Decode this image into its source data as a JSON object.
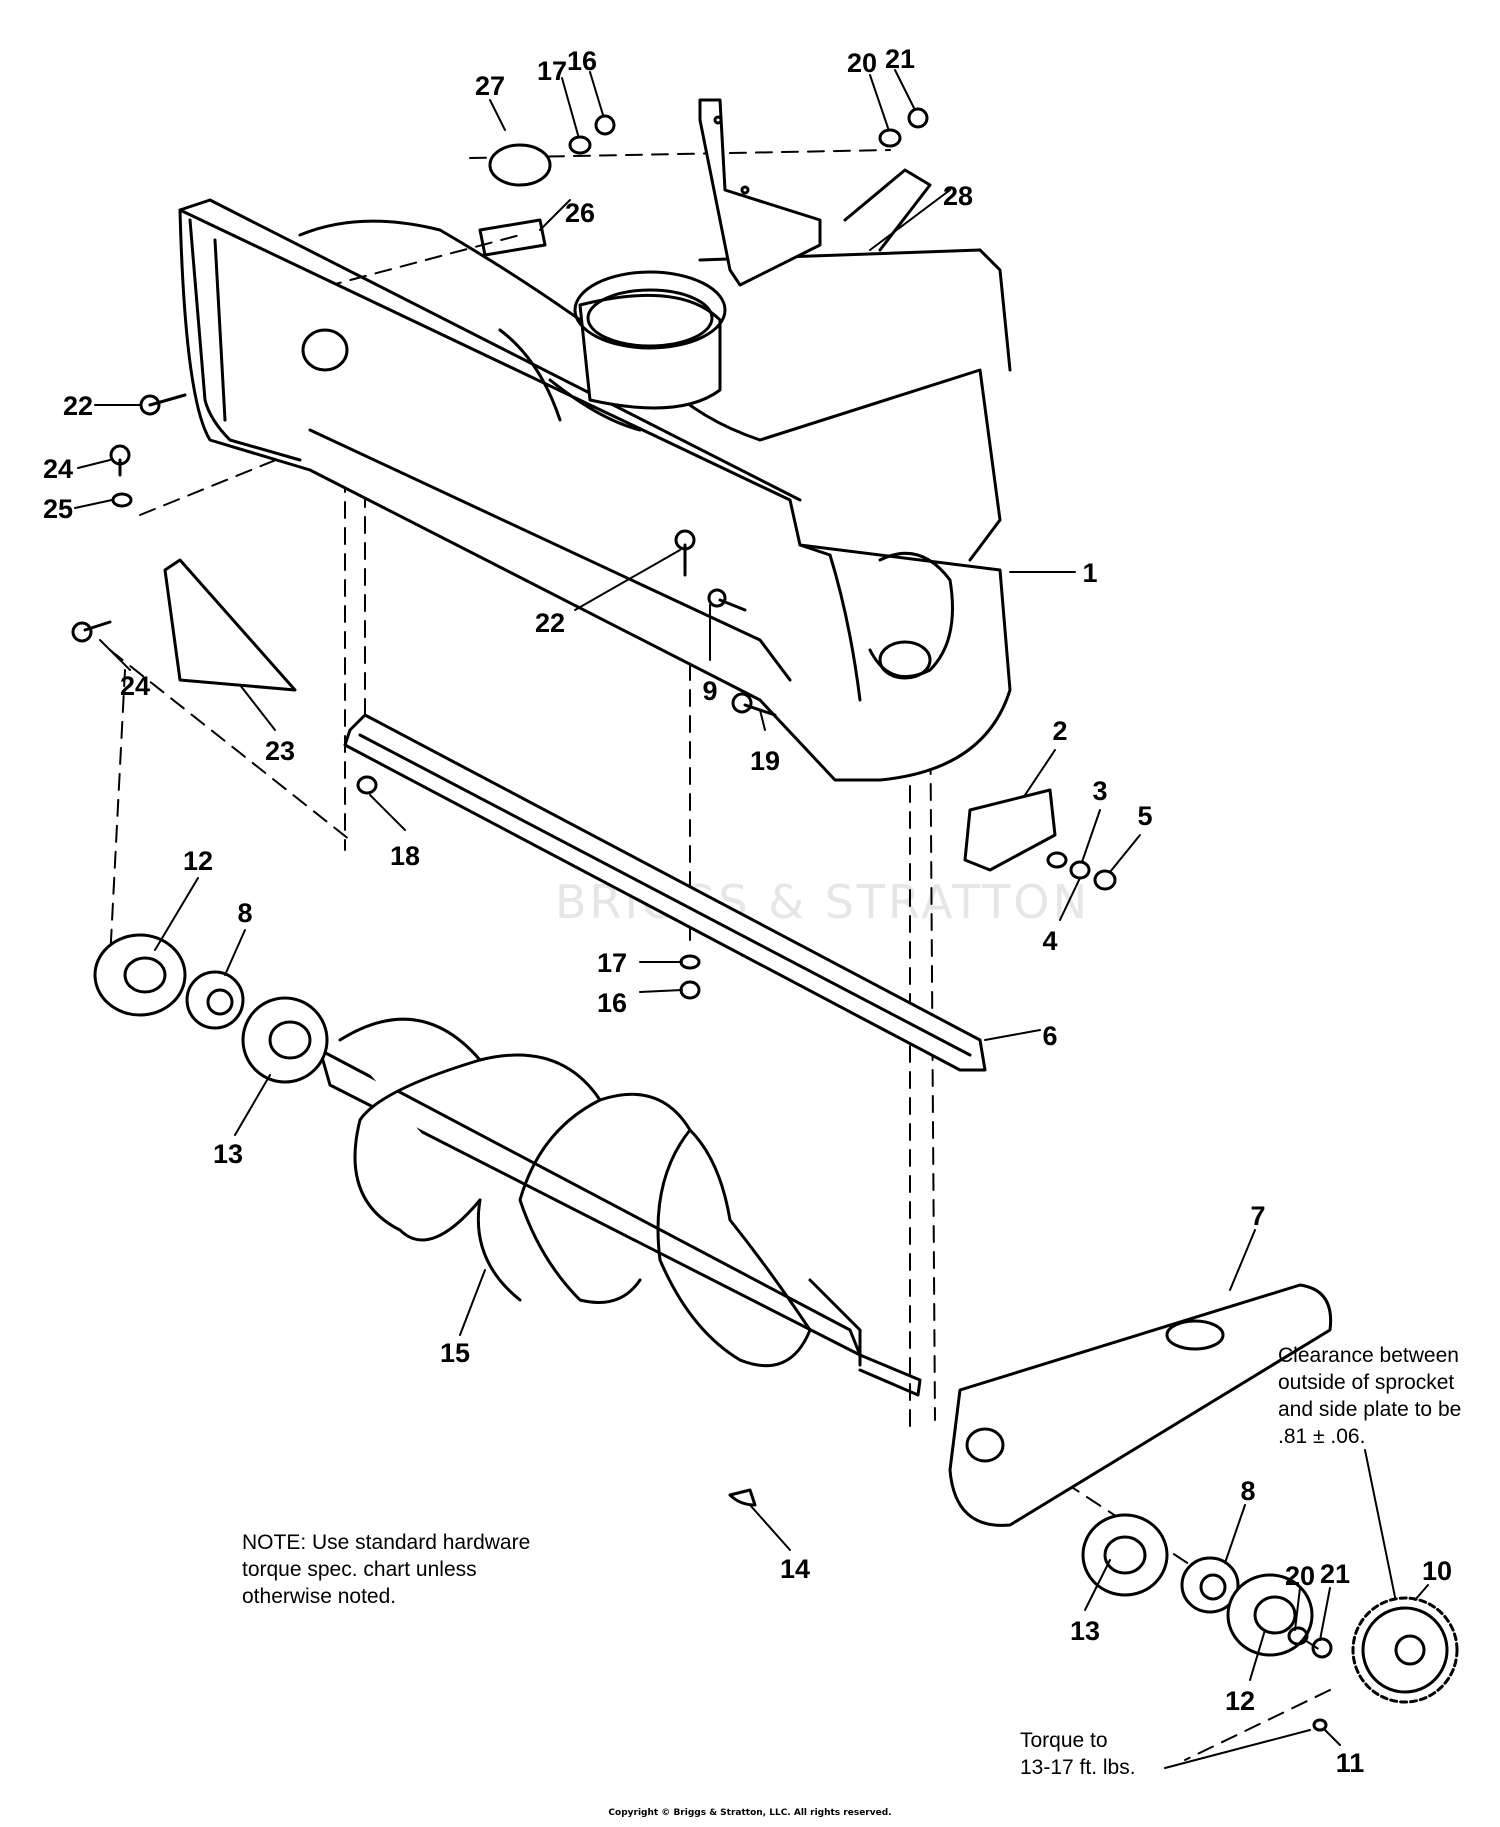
{
  "diagram": {
    "watermark": "BRIGGS & STRATTON",
    "note": "NOTE: Use standard hardware\ntorque spec. chart unless\notherwise noted.",
    "clearance_note": "Clearance between\noutside of sprocket\nand side plate to be\n.81 ± .06.",
    "torque_note": "Torque to\n13-17 ft. lbs.",
    "copyright": "Copyright © Briggs & Stratton, LLC. All rights reserved.",
    "callouts": [
      "27",
      "17",
      "16",
      "20",
      "21",
      "26",
      "28",
      "22",
      "24",
      "25",
      "22",
      "1",
      "9",
      "19",
      "24",
      "23",
      "2",
      "3",
      "5",
      "4",
      "18",
      "12",
      "8",
      "17",
      "16",
      "6",
      "13",
      "7",
      "15",
      "14",
      "8",
      "13",
      "12",
      "20",
      "21",
      "10",
      "11"
    ]
  }
}
